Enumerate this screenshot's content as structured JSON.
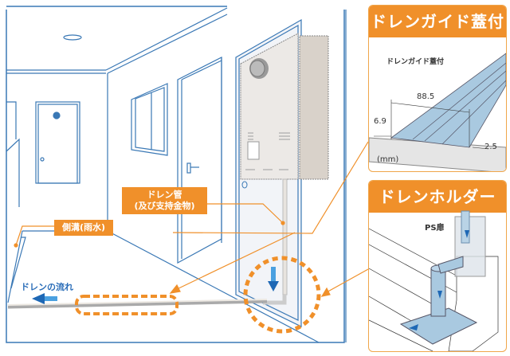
{
  "scene": {
    "labels": {
      "drain_pipe_line1": "ドレン管",
      "drain_pipe_line2": "(及び支持金物)",
      "side_gutter": "側溝(雨水)",
      "drain_flow": "ドレンの流れ"
    }
  },
  "panels": {
    "guide_cover": {
      "title": "ドレンガイド蓋付",
      "caption": "ドレンガイド蓋付",
      "width_dim": "88.5",
      "height_dim": "6.9",
      "base_dim": "2.5",
      "unit": "(mm)"
    },
    "holder": {
      "title": "ドレンホルダー",
      "door_label": "PS扉"
    }
  },
  "colors": {
    "accent": "#f0902a",
    "line_blue": "#3a78b5",
    "flow_blue": "#1e68b5",
    "product_blue": "#a9c9e0"
  }
}
